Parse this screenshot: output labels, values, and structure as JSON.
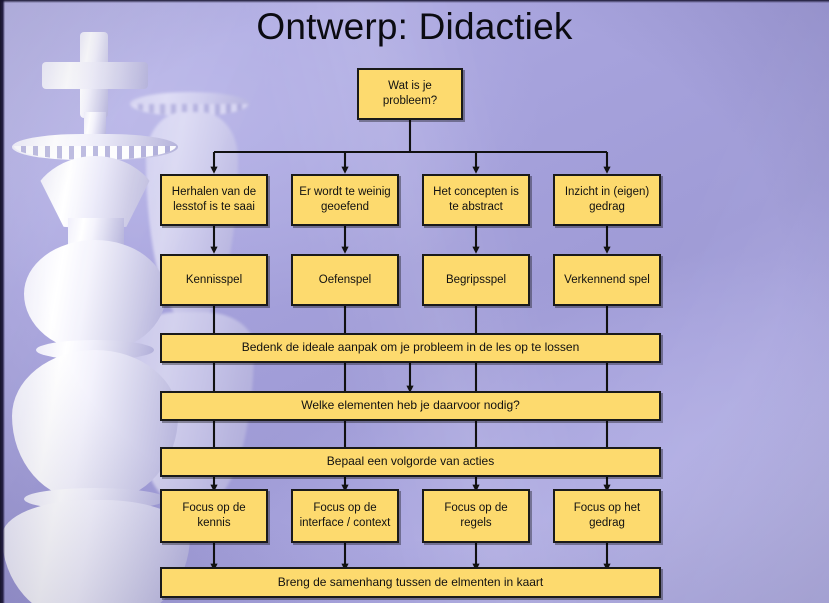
{
  "slide": {
    "title": "Ontwerp: Didactiek",
    "accent_box": "#fdda6e",
    "box_border": "#1a1a1a",
    "background": "#a9a6de",
    "title_color": "#0b0b12"
  },
  "flowchart": {
    "root": {
      "label": "Wat is je probleem?"
    },
    "problems": [
      {
        "label": "Herhalen van de lesstof is te saai"
      },
      {
        "label": "Er wordt te weinig geoefend"
      },
      {
        "label": "Het concepten is te abstract"
      },
      {
        "label": "Inzicht in (eigen) gedrag"
      }
    ],
    "games": [
      {
        "label": "Kennisspel"
      },
      {
        "label": "Oefenspel"
      },
      {
        "label": "Begripsspel"
      },
      {
        "label": "Verkennend spel"
      }
    ],
    "steps": [
      {
        "label": "Bedenk de ideale aanpak om je probleem in de les op te lossen"
      },
      {
        "label": "Welke elementen heb je daarvoor nodig?"
      },
      {
        "label": "Bepaal een volgorde van acties"
      }
    ],
    "focus": [
      {
        "label": "Focus op de kennis"
      },
      {
        "label": "Focus op de interface / context"
      },
      {
        "label": "Focus op de regels"
      },
      {
        "label": "Focus op het gedrag"
      }
    ],
    "final": {
      "label": "Breng de samenhang tussen de elmenten in kaart"
    }
  },
  "decor": {
    "background_motif": "chess-king-pieces"
  }
}
